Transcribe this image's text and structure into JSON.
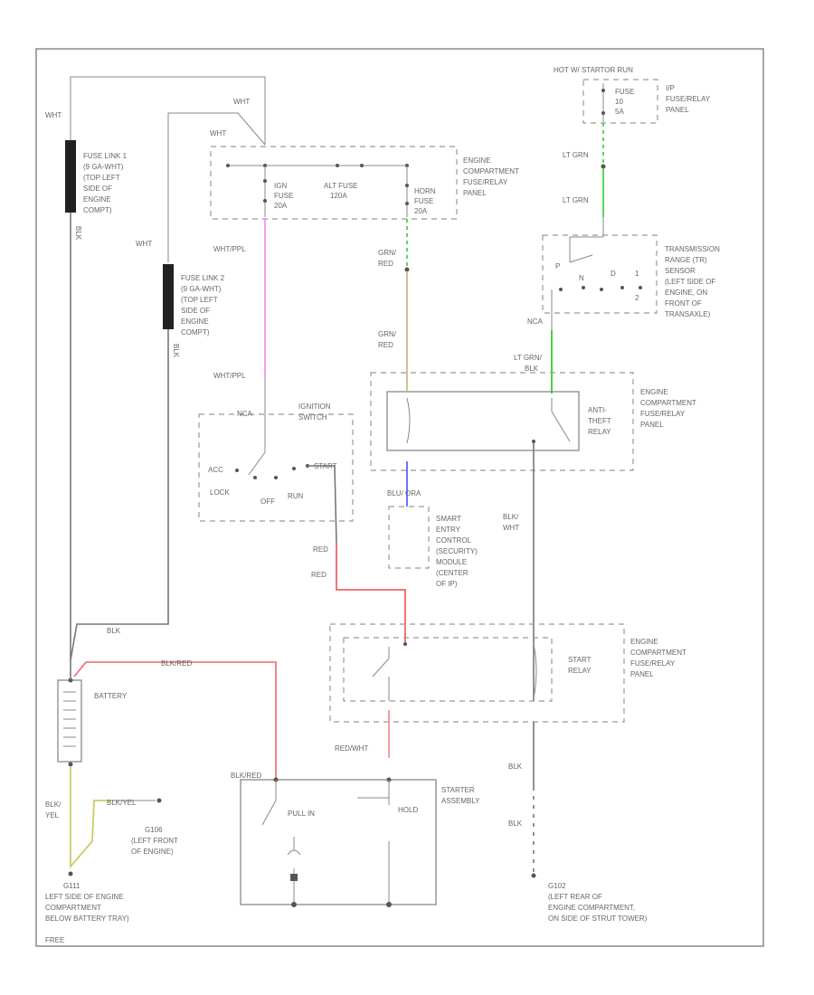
{
  "colors": {
    "pink": "#ee88ee",
    "green": "#33cc33",
    "tan": "#ccbb88",
    "blue": "#5566ff",
    "red": "#ee6666",
    "yellowgreen": "#cccc66",
    "wire": "#777777"
  },
  "fuse_links": {
    "link1": [
      "FUSE LINK 1",
      "(9 GA-WHT)",
      "(TOP LEFT",
      "SIDE OF",
      "ENGINE",
      "COMPT)"
    ],
    "link2": [
      "FUSE LINK 2",
      "(9 GA-WHT)",
      "(TOP LEFT",
      "SIDE OF",
      "ENGINE",
      "COMPT)"
    ]
  },
  "wires": {
    "wht_a": "WHT",
    "wht_b": "WHT",
    "wht_c": "WHT",
    "wht_d": "WHT",
    "blk_a": "BLK",
    "blk_b": "BLK",
    "blk_c": "BLK",
    "wht_ppl_a": "WHT/PPL",
    "wht_ppl_b": "WHT/PPL",
    "grn_red_a": [
      "GRN/",
      "RED"
    ],
    "grn_red_b": [
      "GRN/",
      "RED"
    ],
    "lt_grn_a": "LT GRN",
    "lt_grn_b": "LT GRN",
    "lt_grn_c": [
      "LT GRN/",
      "BLK"
    ],
    "nca_a": "NCA",
    "nca_b": "NCA",
    "red_a": "RED",
    "red_b": "RED",
    "red_wht": "RED/WHT",
    "blu_ora": "BLU/ ORA",
    "blk_wht": [
      "BLK/",
      "WHT"
    ],
    "blk_red_a": "BLK/RED",
    "blk_red_b": "BLK/RED",
    "blk_yel": [
      "BLK/",
      "YEL"
    ],
    "blk_yel_2": "BLK/YEL",
    "blk_2": "BLK",
    "blk_3": "BLK"
  },
  "engine_fuse_panel": {
    "label": [
      "ENGINE",
      "COMPARTMENT",
      "FUSE/RELAY",
      "PANEL"
    ],
    "ign_fuse": [
      "IGN",
      "FUSE",
      "20A"
    ],
    "alt_fuse": [
      "ALT FUSE",
      "120A"
    ],
    "horn_fuse": [
      "HORN",
      "FUSE",
      "20A"
    ]
  },
  "ip_panel": {
    "hot_label": "HOT W/ STARTOR RUN",
    "fuse": [
      "FUSE",
      "10",
      "5A"
    ],
    "label": [
      "I/P",
      "FUSE/RELAY",
      "PANEL"
    ]
  },
  "tr_sensor": {
    "label": [
      "TRANSMISSION",
      "RANGE (TR)",
      "SENSOR",
      "(LEFT SIDE OF",
      "ENGINE, ON",
      "FRONT OF",
      "TRANSAXLE)"
    ],
    "contacts": [
      "P",
      "N",
      "D",
      "1",
      "2"
    ]
  },
  "anti_theft": {
    "relay_label": [
      "ANTI-",
      "THEFT",
      "RELAY"
    ],
    "panel_label": [
      "ENGINE",
      "COMPARTMENT",
      "FUSE/RELAY",
      "PANEL"
    ]
  },
  "ignition_switch": {
    "label": [
      "IGNITION",
      "SWITCH"
    ],
    "positions": [
      "ACC",
      "LOCK",
      "OFF",
      "RUN",
      "START"
    ]
  },
  "gem_module": {
    "label": [
      "SMART",
      "ENTRY",
      "CONTROL",
      "(SECURITY)",
      "MODULE",
      "(CENTER",
      "OF IP)"
    ]
  },
  "starter_relay": {
    "relay_label": [
      "START",
      "RELAY"
    ],
    "panel_label": [
      "ENGINE",
      "COMPARTMENT",
      "FUSE/RELAY",
      "PANEL"
    ]
  },
  "battery": {
    "label": "BATTERY"
  },
  "starter": {
    "label": [
      "STARTER",
      "ASSEMBLY"
    ],
    "pull_in": "PULL IN",
    "hold": "HOLD"
  },
  "grounds": {
    "g106": [
      "G106",
      "(LEFT FRONT",
      "OF ENGINE)"
    ],
    "g111": [
      "G111",
      "LEFT SIDE OF ENGINE",
      "COMPARTMENT",
      "BELOW BATTERY TRAY)"
    ],
    "g102": [
      "G102",
      "(LEFT REAR OF",
      "ENGINE COMPARTMENT,",
      "ON SIDE OF STRUT TOWER)"
    ]
  },
  "corner_mark": "FREE"
}
